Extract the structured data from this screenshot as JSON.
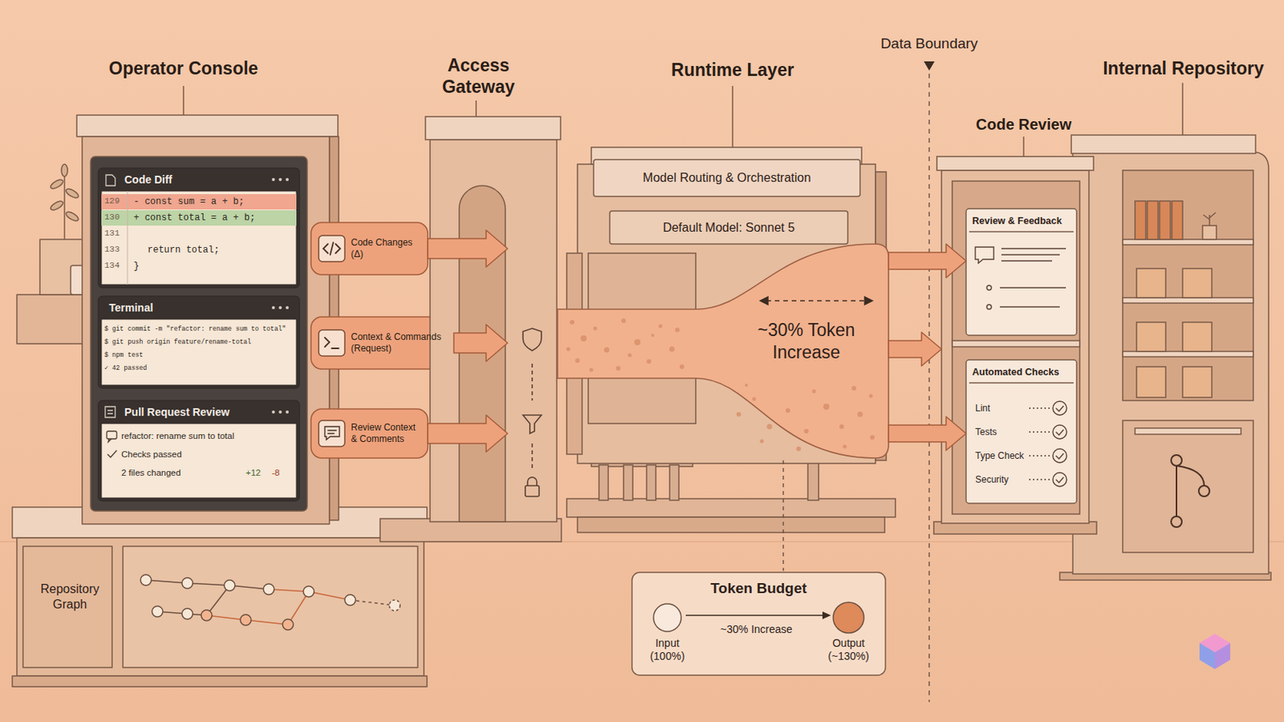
{
  "diagram": {
    "nodes": [
      {
        "text": [
          "Operator Console"
        ]
      },
      {
        "text": [
          "Code Diff",
          "129",
          "- const sum = a + b;",
          "130",
          "+ const total = a + b;",
          "131",
          "133",
          "return total;",
          "134",
          "}"
        ],
        "in": 0
      },
      {
        "text": [
          "Terminal",
          "$ git commit -m \"refactor: rename sum to total\"",
          "$ git push origin feature/rename-total",
          "$ npm test",
          "✓ 42 passed"
        ],
        "in": 0
      },
      {
        "text": [
          "Pull Request Review",
          "refactor: rename sum to total",
          "Checks passed",
          "2 files changed",
          "+12",
          "-8"
        ],
        "in": 0
      },
      {
        "text": [
          "Repository Graph"
        ]
      },
      {
        "text": [
          "Code Changes (Δ)"
        ]
      },
      {
        "text": [
          "Context & Commands (Request)"
        ]
      },
      {
        "text": [
          "Review Context & Comments"
        ]
      },
      {
        "text": [
          "Access Gateway"
        ]
      },
      {
        "text": [
          "Runtime Layer"
        ]
      },
      {
        "text": [
          "Model Routing & Orchestration"
        ],
        "in": 9
      },
      {
        "text": [
          "Default Model: Sonnet 5"
        ],
        "in": 9
      },
      {
        "text": [
          "~30% Token Increase"
        ],
        "in": 9
      },
      {
        "text": [
          "Token Budget",
          "Input (100%)",
          "~30% Increase",
          "Output (~130%)"
        ]
      },
      {
        "text": [
          "Internal Repository"
        ]
      },
      {
        "text": [
          "Code Review"
        ]
      },
      {
        "text": [
          "Review & Feedback"
        ],
        "in": 15
      },
      {
        "text": [
          "Automated Checks",
          "Lint",
          "Tests",
          "Type Check",
          "Security"
        ],
        "in": 15
      }
    ],
    "edges": [
      {
        "from": 5,
        "to": 8,
        "arrow": "to"
      },
      {
        "from": 6,
        "to": 8,
        "arrow": "to"
      },
      {
        "from": 7,
        "to": 8,
        "arrow": "to"
      },
      {
        "from": 12,
        "to": 16,
        "arrow": "to"
      },
      {
        "from": 12,
        "to": 15,
        "arrow": "to"
      },
      {
        "from": 12,
        "to": 17,
        "arrow": "to"
      }
    ],
    "labels": [
      "Data Boundary"
    ]
  }
}
